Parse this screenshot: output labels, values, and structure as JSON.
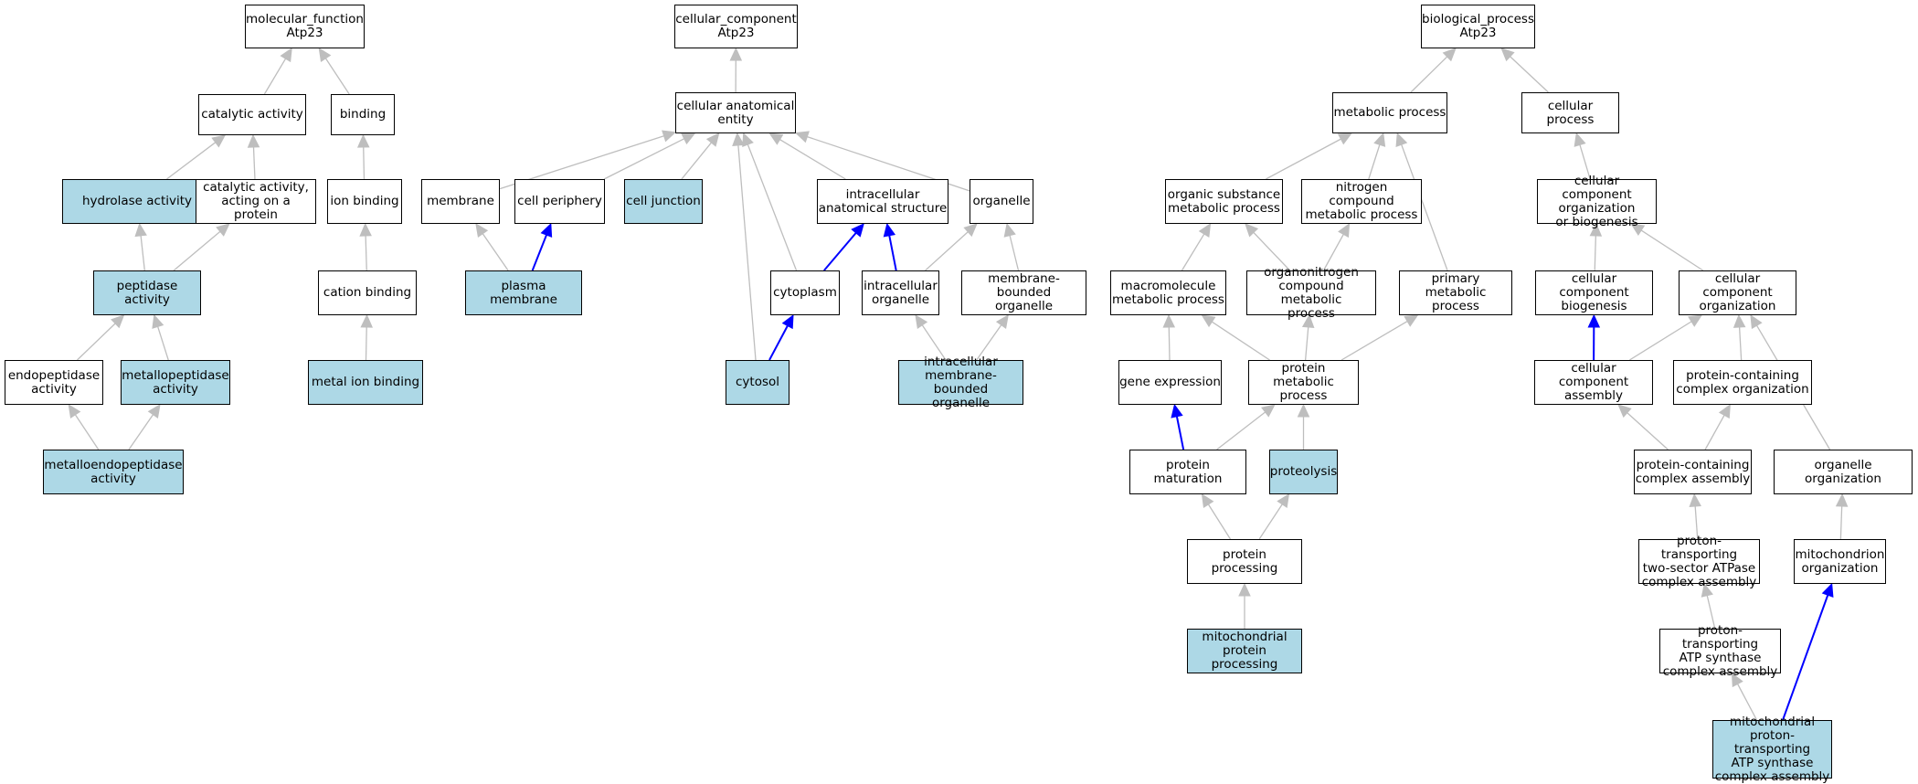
{
  "colors": {
    "highlight_fill": "#add8e6",
    "plain_fill": "#ffffff",
    "is_a_edge": "#bebebe",
    "part_of_edge": "#0000ff"
  },
  "nodes": {
    "mf_root": {
      "label": "molecular_function\nAtp23",
      "highlighted": false
    },
    "catalytic": {
      "label": "catalytic activity",
      "highlighted": false
    },
    "binding": {
      "label": "binding",
      "highlighted": false
    },
    "hydrolase": {
      "label": "hydrolase activity",
      "highlighted": true
    },
    "cat_protein": {
      "label": "catalytic activity,\nacting on a\nprotein",
      "highlighted": false
    },
    "ion_binding": {
      "label": "ion binding",
      "highlighted": false
    },
    "peptidase": {
      "label": "peptidase activity",
      "highlighted": true
    },
    "cation_binding": {
      "label": "cation binding",
      "highlighted": false
    },
    "endopeptidase": {
      "label": "endopeptidase\nactivity",
      "highlighted": false
    },
    "metallopeptidase": {
      "label": "metallopeptidase\nactivity",
      "highlighted": true
    },
    "metal_ion": {
      "label": "metal ion binding",
      "highlighted": true
    },
    "metalloendo": {
      "label": "metalloendopeptidase\nactivity",
      "highlighted": true
    },
    "cc_root": {
      "label": "cellular_component\nAtp23",
      "highlighted": false
    },
    "cae": {
      "label": "cellular anatomical\nentity",
      "highlighted": false
    },
    "membrane": {
      "label": "membrane",
      "highlighted": false
    },
    "cell_periphery": {
      "label": "cell periphery",
      "highlighted": false
    },
    "cell_junction": {
      "label": "cell junction",
      "highlighted": true
    },
    "ias": {
      "label": "intracellular\nanatomical structure",
      "highlighted": false
    },
    "organelle": {
      "label": "organelle",
      "highlighted": false
    },
    "plasma_membrane": {
      "label": "plasma membrane",
      "highlighted": true
    },
    "cytoplasm": {
      "label": "cytoplasm",
      "highlighted": false
    },
    "intra_org": {
      "label": "intracellular\norganelle",
      "highlighted": false
    },
    "mb_org": {
      "label": "membrane-bounded\norganelle",
      "highlighted": false
    },
    "cytosol": {
      "label": "cytosol",
      "highlighted": true
    },
    "imbo": {
      "label": "intracellular\nmembrane-bounded\norganelle",
      "highlighted": true
    },
    "bp_root": {
      "label": "biological_process\nAtp23",
      "highlighted": false
    },
    "metabolic": {
      "label": "metabolic process",
      "highlighted": false
    },
    "cellular_process": {
      "label": "cellular process",
      "highlighted": false
    },
    "osmp": {
      "label": "organic substance\nmetabolic process",
      "highlighted": false
    },
    "ncmp": {
      "label": "nitrogen compound\nmetabolic process",
      "highlighted": false
    },
    "ccob": {
      "label": "cellular component\norganization\nor biogenesis",
      "highlighted": false
    },
    "macro": {
      "label": "macromolecule\nmetabolic process",
      "highlighted": false
    },
    "organonitrogen": {
      "label": "organonitrogen\ncompound metabolic\nprocess",
      "highlighted": false
    },
    "primary": {
      "label": "primary metabolic\nprocess",
      "highlighted": false
    },
    "ccb": {
      "label": "cellular component\nbiogenesis",
      "highlighted": false
    },
    "cco": {
      "label": "cellular component\norganization",
      "highlighted": false
    },
    "gene_expr": {
      "label": "gene expression",
      "highlighted": false
    },
    "pmp": {
      "label": "protein metabolic\nprocess",
      "highlighted": false
    },
    "cca": {
      "label": "cellular component\nassembly",
      "highlighted": false
    },
    "pcco": {
      "label": "protein-containing\ncomplex organization",
      "highlighted": false
    },
    "prot_mat": {
      "label": "protein maturation",
      "highlighted": false
    },
    "proteolysis": {
      "label": "proteolysis",
      "highlighted": true
    },
    "pcca": {
      "label": "protein-containing\ncomplex assembly",
      "highlighted": false
    },
    "org_org": {
      "label": "organelle organization",
      "highlighted": false
    },
    "prot_proc": {
      "label": "protein processing",
      "highlighted": false
    },
    "pt2": {
      "label": "proton-transporting\ntwo-sector ATPase\ncomplex assembly",
      "highlighted": false
    },
    "mito_org": {
      "label": "mitochondrion\norganization",
      "highlighted": false
    },
    "mpp": {
      "label": "mitochondrial\nprotein processing",
      "highlighted": true
    },
    "ptas": {
      "label": "proton-transporting\nATP synthase\ncomplex assembly",
      "highlighted": false
    },
    "mptas": {
      "label": "mitochondrial\nproton-transporting\nATP synthase\ncomplex assembly",
      "highlighted": true
    }
  },
  "edges": [
    {
      "from": "catalytic",
      "to": "mf_root",
      "type": "is_a"
    },
    {
      "from": "binding",
      "to": "mf_root",
      "type": "is_a"
    },
    {
      "from": "hydrolase",
      "to": "catalytic",
      "type": "is_a"
    },
    {
      "from": "cat_protein",
      "to": "catalytic",
      "type": "is_a"
    },
    {
      "from": "ion_binding",
      "to": "binding",
      "type": "is_a"
    },
    {
      "from": "peptidase",
      "to": "hydrolase",
      "type": "is_a"
    },
    {
      "from": "peptidase",
      "to": "cat_protein",
      "type": "is_a"
    },
    {
      "from": "cation_binding",
      "to": "ion_binding",
      "type": "is_a"
    },
    {
      "from": "endopeptidase",
      "to": "peptidase",
      "type": "is_a"
    },
    {
      "from": "metallopeptidase",
      "to": "peptidase",
      "type": "is_a"
    },
    {
      "from": "metal_ion",
      "to": "cation_binding",
      "type": "is_a"
    },
    {
      "from": "metalloendo",
      "to": "endopeptidase",
      "type": "is_a"
    },
    {
      "from": "metalloendo",
      "to": "metallopeptidase",
      "type": "is_a"
    },
    {
      "from": "cae",
      "to": "cc_root",
      "type": "is_a"
    },
    {
      "from": "membrane",
      "to": "cae",
      "type": "is_a"
    },
    {
      "from": "cell_periphery",
      "to": "cae",
      "type": "is_a"
    },
    {
      "from": "cell_junction",
      "to": "cae",
      "type": "is_a"
    },
    {
      "from": "ias",
      "to": "cae",
      "type": "is_a"
    },
    {
      "from": "organelle",
      "to": "cae",
      "type": "is_a"
    },
    {
      "from": "cytoplasm",
      "to": "cae",
      "type": "is_a"
    },
    {
      "from": "cytosol",
      "to": "cae",
      "type": "is_a"
    },
    {
      "from": "plasma_membrane",
      "to": "membrane",
      "type": "is_a"
    },
    {
      "from": "plasma_membrane",
      "to": "cell_periphery",
      "type": "part_of"
    },
    {
      "from": "cytoplasm",
      "to": "ias",
      "type": "part_of"
    },
    {
      "from": "intra_org",
      "to": "ias",
      "type": "part_of"
    },
    {
      "from": "intra_org",
      "to": "organelle",
      "type": "is_a"
    },
    {
      "from": "mb_org",
      "to": "organelle",
      "type": "is_a"
    },
    {
      "from": "cytosol",
      "to": "cytoplasm",
      "type": "part_of"
    },
    {
      "from": "imbo",
      "to": "intra_org",
      "type": "is_a"
    },
    {
      "from": "imbo",
      "to": "mb_org",
      "type": "is_a"
    },
    {
      "from": "metabolic",
      "to": "bp_root",
      "type": "is_a"
    },
    {
      "from": "cellular_process",
      "to": "bp_root",
      "type": "is_a"
    },
    {
      "from": "osmp",
      "to": "metabolic",
      "type": "is_a"
    },
    {
      "from": "ncmp",
      "to": "metabolic",
      "type": "is_a"
    },
    {
      "from": "primary",
      "to": "metabolic",
      "type": "is_a"
    },
    {
      "from": "ccob",
      "to": "cellular_process",
      "type": "is_a"
    },
    {
      "from": "macro",
      "to": "osmp",
      "type": "is_a"
    },
    {
      "from": "organonitrogen",
      "to": "osmp",
      "type": "is_a"
    },
    {
      "from": "organonitrogen",
      "to": "ncmp",
      "type": "is_a"
    },
    {
      "from": "ccb",
      "to": "ccob",
      "type": "is_a"
    },
    {
      "from": "cco",
      "to": "ccob",
      "type": "is_a"
    },
    {
      "from": "gene_expr",
      "to": "macro",
      "type": "is_a"
    },
    {
      "from": "pmp",
      "to": "macro",
      "type": "is_a"
    },
    {
      "from": "pmp",
      "to": "organonitrogen",
      "type": "is_a"
    },
    {
      "from": "pmp",
      "to": "primary",
      "type": "is_a"
    },
    {
      "from": "cca",
      "to": "ccb",
      "type": "part_of"
    },
    {
      "from": "cca",
      "to": "cco",
      "type": "is_a"
    },
    {
      "from": "pcco",
      "to": "cco",
      "type": "is_a"
    },
    {
      "from": "org_org",
      "to": "cco",
      "type": "is_a"
    },
    {
      "from": "prot_mat",
      "to": "gene_expr",
      "type": "part_of"
    },
    {
      "from": "prot_mat",
      "to": "pmp",
      "type": "is_a"
    },
    {
      "from": "proteolysis",
      "to": "pmp",
      "type": "is_a"
    },
    {
      "from": "pcca",
      "to": "cca",
      "type": "is_a"
    },
    {
      "from": "pcca",
      "to": "pcco",
      "type": "is_a"
    },
    {
      "from": "prot_proc",
      "to": "prot_mat",
      "type": "is_a"
    },
    {
      "from": "prot_proc",
      "to": "proteolysis",
      "type": "is_a"
    },
    {
      "from": "pt2",
      "to": "pcca",
      "type": "is_a"
    },
    {
      "from": "mito_org",
      "to": "org_org",
      "type": "is_a"
    },
    {
      "from": "mpp",
      "to": "prot_proc",
      "type": "is_a"
    },
    {
      "from": "ptas",
      "to": "pt2",
      "type": "is_a"
    },
    {
      "from": "mptas",
      "to": "ptas",
      "type": "is_a"
    },
    {
      "from": "mptas",
      "to": "mito_org",
      "type": "part_of"
    }
  ]
}
